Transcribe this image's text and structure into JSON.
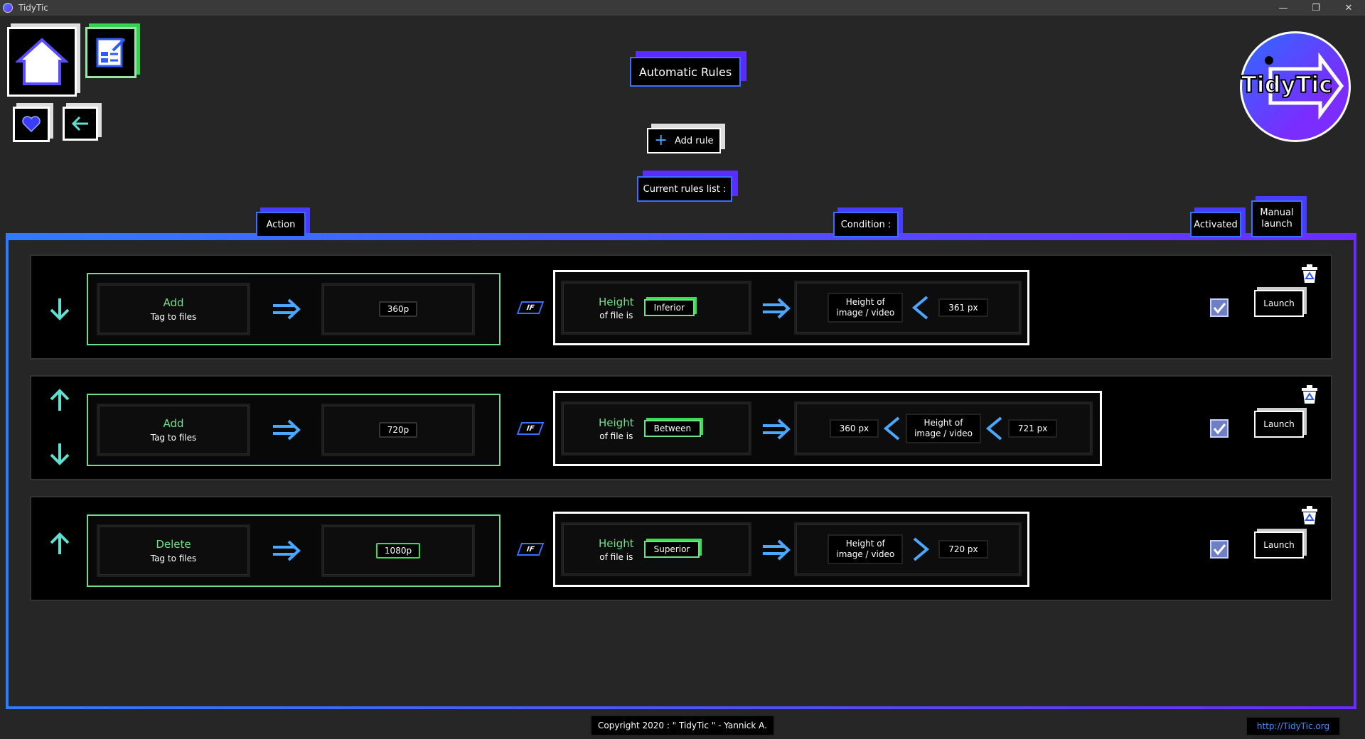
{
  "window": {
    "title": "TidyTic",
    "minimize": "—",
    "restore": "❐",
    "close": "✕"
  },
  "header": {
    "title_button": "Automatic Rules",
    "add_rule": "Add rule",
    "current_rules": "Current rules list :"
  },
  "logo": {
    "text": "TidyTic"
  },
  "columns": {
    "action": "Action",
    "condition": "Condition :",
    "activated": "Activated",
    "manual_line1": "Manual",
    "manual_line2": "launch"
  },
  "rules": [
    {
      "action": "Add",
      "target": "Tag to files",
      "value": "360p",
      "cond_label": "Height",
      "cond_sub": "of file is",
      "operator": "Inferior",
      "left": "Height of",
      "left2": "image / video",
      "limit": "361 px",
      "launch": "Launch"
    },
    {
      "action": "Add",
      "target": "Tag to files",
      "value": "720p",
      "cond_label": "Height",
      "cond_sub": "of file is",
      "operator": "Between",
      "low": "360 px",
      "mid": "Height of",
      "mid2": "image / video",
      "high": "721 px",
      "launch": "Launch"
    },
    {
      "action": "Delete",
      "target": "Tag to files",
      "value": "1080p",
      "cond_label": "Height",
      "cond_sub": "of file is",
      "operator": "Superior",
      "left": "Height of",
      "left2": "image / video",
      "limit": "720 px",
      "launch": "Launch"
    }
  ],
  "if_label": "IF",
  "footer": {
    "copyright": "Copyright 2020 : \" TidyTic \" - Yannick A.",
    "link": "http://TidyTic.org"
  },
  "colors": {
    "green": "#6fe08a",
    "blue": "#3a6fff",
    "purple": "#6a2cff"
  }
}
